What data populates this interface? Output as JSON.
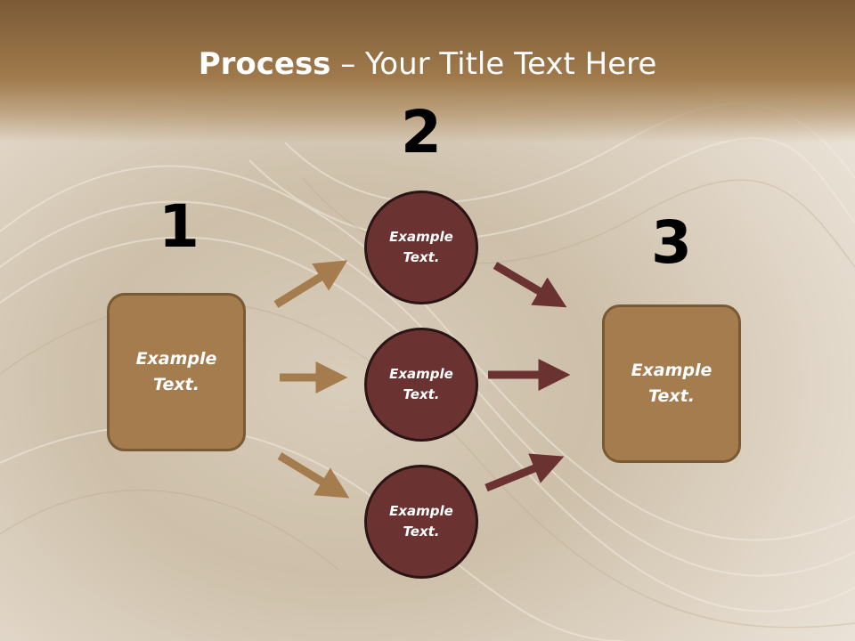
{
  "title": {
    "bold": "Process",
    "rest": " – Your Title Text Here"
  },
  "steps": [
    {
      "number": "1",
      "label": "Example\nText."
    },
    {
      "number": "2",
      "label": "Example\nText."
    },
    {
      "number": "3",
      "label": "Example\nText."
    }
  ],
  "circles": [
    {
      "label": "Example\nText."
    },
    {
      "label": "Example\nText."
    },
    {
      "label": "Example\nText."
    }
  ],
  "colors": {
    "header": "#a07a4c",
    "box": "#a47c4d",
    "circle": "#6b3232",
    "arrow_in": "#a47c4d",
    "arrow_out": "#6b3232"
  }
}
